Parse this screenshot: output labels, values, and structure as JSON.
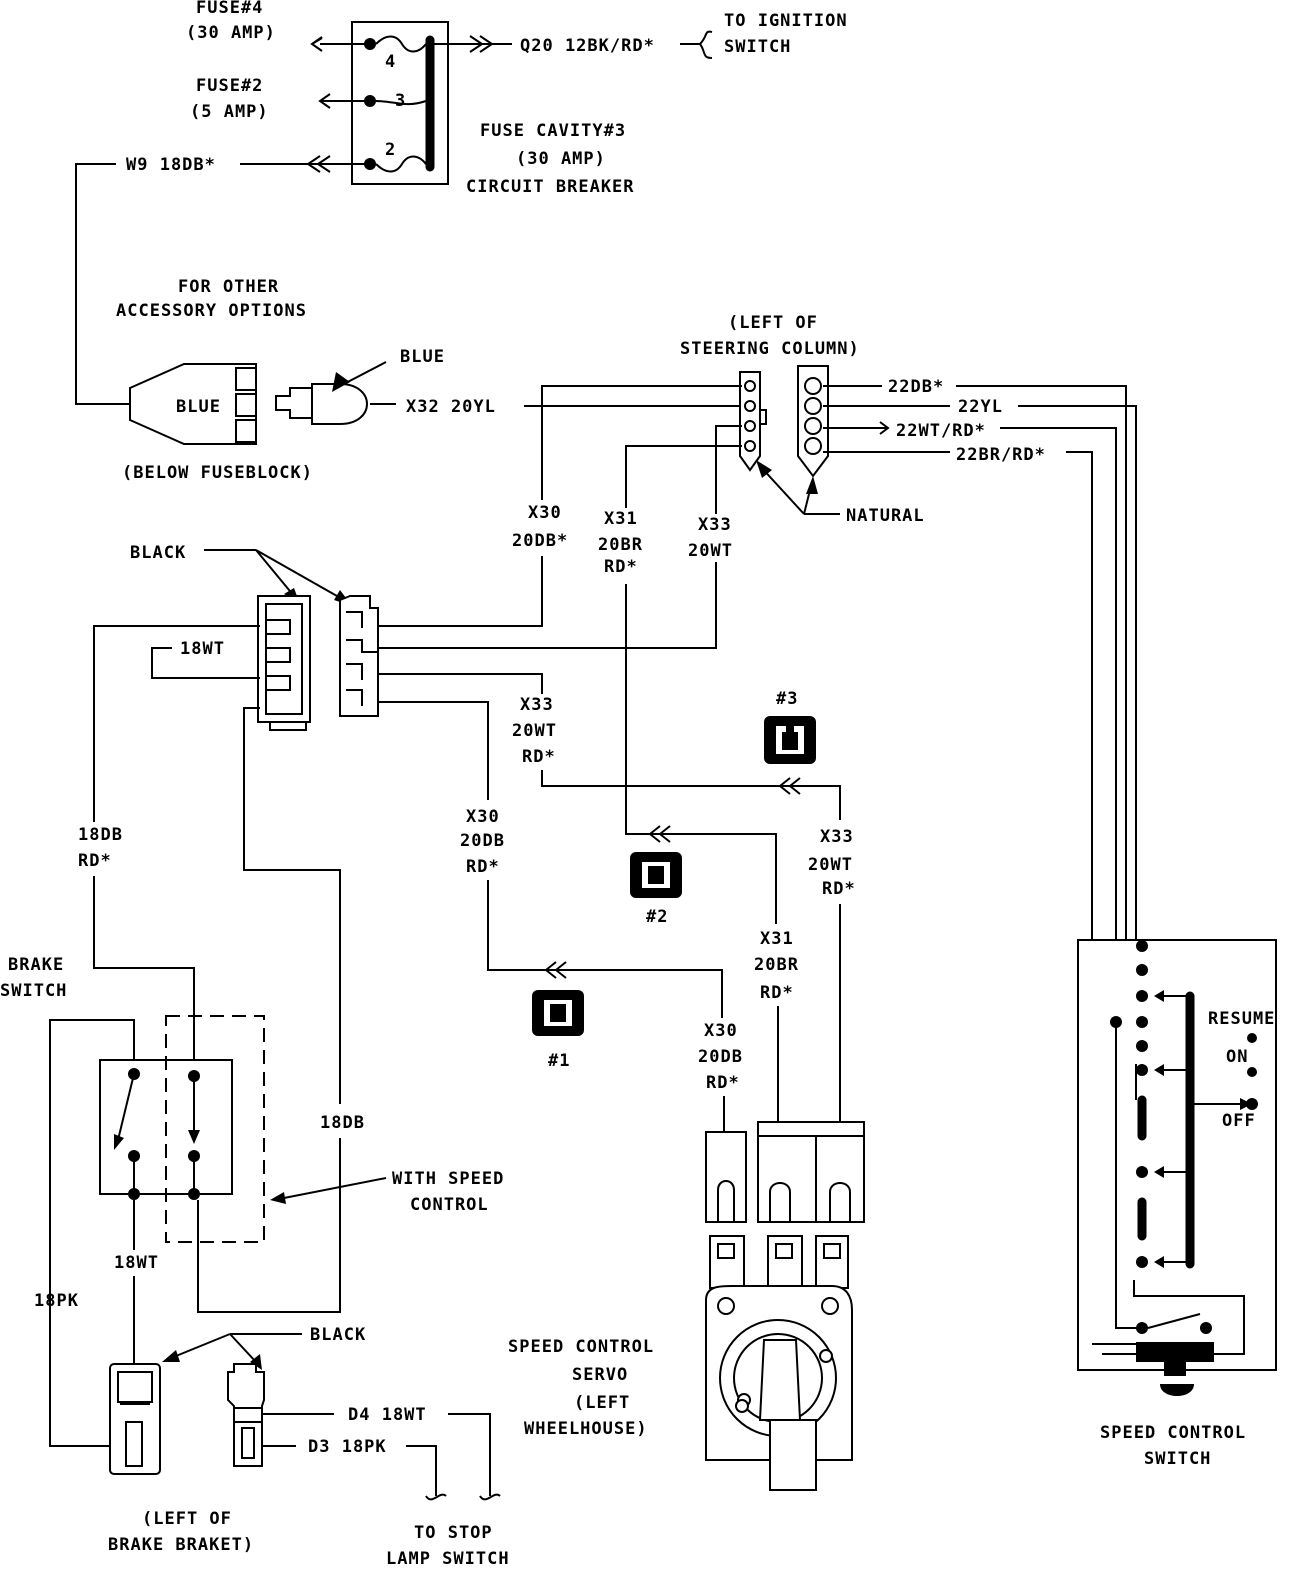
{
  "fuse_block": {
    "fuse4": [
      "FUSE#4",
      "(30 AMP)"
    ],
    "fuse2": [
      "FUSE#2",
      "(5 AMP)"
    ],
    "cavity": [
      "FUSE CAVITY#3",
      "(30 AMP)",
      "CIRCUIT BREAKER"
    ],
    "pins": [
      "4",
      "3",
      "2"
    ],
    "q20_wire": "Q20 12BK/RD*",
    "ignition": [
      "TO IGNITION",
      "SWITCH"
    ],
    "w9_wire": "W9 18DB*"
  },
  "accessory": {
    "note": [
      "FOR OTHER",
      "ACCESSORY OPTIONS"
    ],
    "connector": "BLUE",
    "plug_label": "BLUE",
    "location": "(BELOW FUSEBLOCK)",
    "x32_wire": "X32 20YL"
  },
  "steering": {
    "location": [
      "(LEFT OF",
      "STEERING COLUMN)"
    ],
    "wires": [
      "22DB*",
      "22YL",
      "22WT/RD*",
      "22BR/RD*"
    ],
    "natural": "NATURAL"
  },
  "harness": {
    "black": "BLACK",
    "x30_top": [
      "X30",
      "20DB*"
    ],
    "x31_top": [
      "X31",
      "20BR",
      "RD*"
    ],
    "x33_top": [
      "X33",
      "20WT"
    ],
    "wt18": "18WT",
    "x33_mid": [
      "X33",
      "20WT",
      "RD*"
    ],
    "x30_mid": [
      "X30",
      "20DB",
      "RD*"
    ],
    "db_rd": [
      "18DB",
      "RD*"
    ],
    "db18": "18DB"
  },
  "servo": {
    "grounds": [
      "#1",
      "#2",
      "#3"
    ],
    "x33_right": [
      "X33",
      "20WT",
      "RD*"
    ],
    "x31_right": [
      "X31",
      "20BR",
      "RD*"
    ],
    "x30_right": [
      "X30",
      "20DB",
      "RD*"
    ],
    "label": [
      "SPEED CONTROL",
      "SERVO",
      "(LEFT",
      "WHEELHOUSE)"
    ]
  },
  "brake": {
    "label": [
      "BRAKE",
      "SWITCH"
    ],
    "with_speed": [
      "WITH SPEED",
      "CONTROL"
    ],
    "wt18": "18WT",
    "pk18": "18PK",
    "black": "BLACK",
    "d4_wire": "D4 18WT",
    "d3_wire": "D3 18PK",
    "location": [
      "(LEFT OF",
      "BRAKE BRAKET)"
    ],
    "stop_lamp": [
      "TO STOP",
      "LAMP SWITCH"
    ]
  },
  "switch": {
    "positions": [
      "RESUME",
      "ON",
      "OFF"
    ],
    "label": [
      "SPEED CONTROL",
      "SWITCH"
    ]
  }
}
